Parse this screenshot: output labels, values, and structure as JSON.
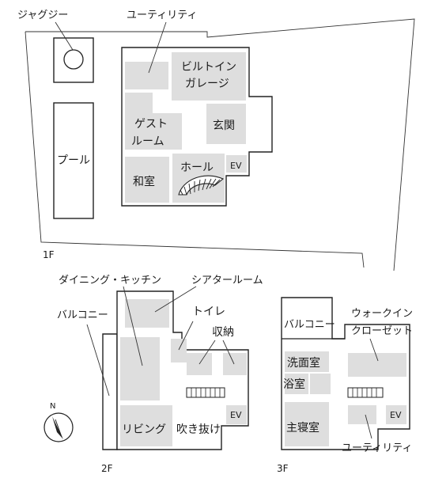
{
  "floors": {
    "f1": "1F",
    "f2": "2F",
    "f3": "3F"
  },
  "labels": {
    "jacuzzi": "ジャグジー",
    "utility_1f": "ユーティリティ",
    "garage_l1": "ビルトイン",
    "garage_l2": "ガレージ",
    "guest_l1": "ゲスト",
    "guest_l2": "ルーム",
    "entrance": "玄関",
    "pool": "プール",
    "washitsu": "和室",
    "hall": "ホール",
    "ev_1f": "EV",
    "dining": "ダイニング・キッチン",
    "theater": "シアタールーム",
    "balcony_2f": "バルコニー",
    "toilet": "トイレ",
    "storage": "収納",
    "living": "リビング",
    "atrium": "吹き抜け",
    "ev_2f": "EV",
    "balcony_3f": "バルコニー",
    "walkin_l1": "ウォークイン",
    "walkin_l2": "クローゼット",
    "washroom": "洗面室",
    "bathroom": "浴室",
    "master": "主寝室",
    "utility_3f": "ユーティリティ",
    "ev_3f": "EV",
    "north": "N"
  }
}
